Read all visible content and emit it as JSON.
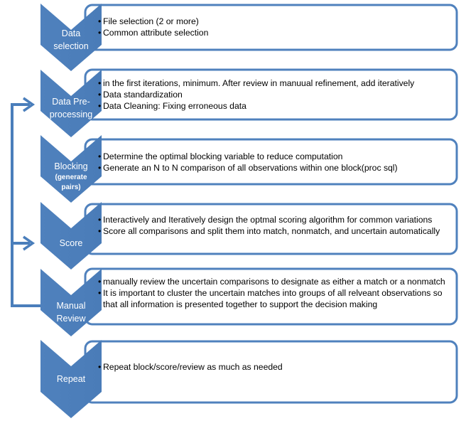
{
  "colors": {
    "chevron_fill": "#4f81bd",
    "box_border": "#4f81bd",
    "feedback_arrow": "#4a7ebb"
  },
  "steps": [
    {
      "label": "Data selection",
      "label_lines": [
        "Data",
        "selection"
      ],
      "bullets": [
        "File selection (2 or more)",
        "Common attribute selection"
      ]
    },
    {
      "label": "Data Pre-processing",
      "label_lines": [
        "Data Pre-",
        "processing"
      ],
      "bullets": [
        "in the first iterations, minimum.  After review in manuual refinement, add iteratively",
        "Data standardization",
        "Data Cleaning: Fixing erroneous data"
      ]
    },
    {
      "label": "Blocking",
      "label_sub": "(generate pairs)",
      "bullets": [
        "Determine the optimal blocking variable to reduce computation",
        "Generate an N to N comparison of all observations within one block(proc sql)"
      ]
    },
    {
      "label": "Score",
      "bullets": [
        "Interactively and Iteratively design the optmal  scoring algorithm for common variations",
        "Score all comparisons and split them into match, nonmatch, and uncertain automatically"
      ]
    },
    {
      "label": "Manual Review",
      "label_lines": [
        "Manual",
        "Review"
      ],
      "bullets": [
        "manually review the uncertain comparisons to designate as either a match or a nonmatch",
        "It is important to cluster the uncertain matches into groups of all relveant observations so that all information is presented together to support the decision making"
      ]
    },
    {
      "label": "Repeat",
      "bullets": [
        "Repeat block/score/review as much as needed"
      ]
    }
  ]
}
